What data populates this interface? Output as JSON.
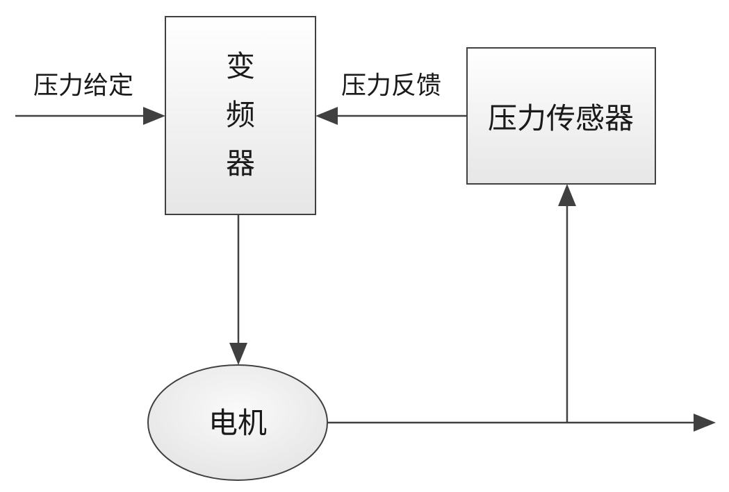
{
  "diagram": {
    "nodes": {
      "inverter": {
        "chars": [
          "变",
          "频",
          "器"
        ]
      },
      "sensor": {
        "label": "压力传感器"
      },
      "motor": {
        "label": "电机"
      }
    },
    "edges": {
      "setpoint": {
        "label": "压力给定"
      },
      "feedback": {
        "label": "压力反馈"
      }
    },
    "colors": {
      "stroke": "#404040",
      "box_fill_top": "#ffffff",
      "box_fill_bottom": "#e8e8e8",
      "ellipse_fill": "#eeeeee"
    }
  }
}
